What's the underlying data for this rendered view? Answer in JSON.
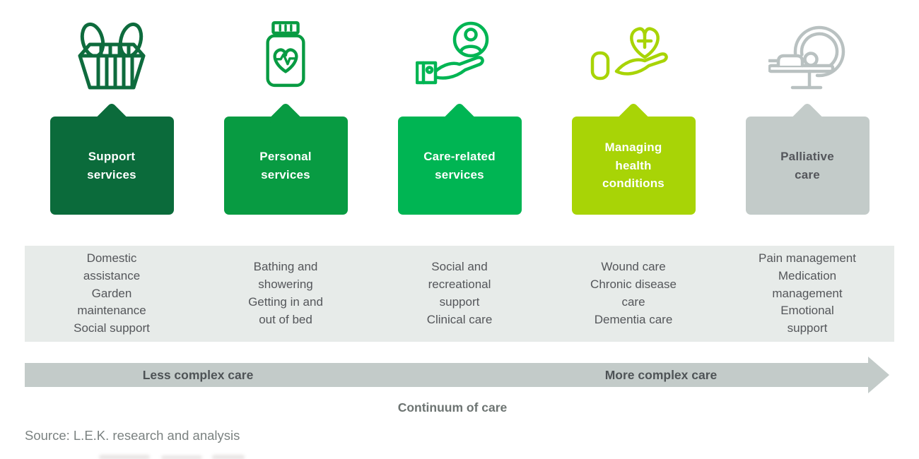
{
  "stages": [
    {
      "title": "Support\nservices",
      "services": [
        "Domestic\nassistance",
        "Garden\nmaintenance",
        "Social support"
      ],
      "icon": "basket-icon",
      "box_color": "#0B6B3B",
      "title_color": "#FFFFFF",
      "icon_color": "#0E6B3D"
    },
    {
      "title": "Personal\nservices",
      "services": [
        "Bathing and\nshowering",
        "Getting in and\nout of bed"
      ],
      "icon": "pill-bottle-heart-icon",
      "box_color": "#089B42",
      "title_color": "#FFFFFF",
      "icon_color": "#089B42"
    },
    {
      "title": "Care-related\nservices",
      "services": [
        "Social and\nrecreational\nsupport",
        "Clinical care"
      ],
      "icon": "hand-holding-person-icon",
      "box_color": "#00B553",
      "title_color": "#FFFFFF",
      "icon_color": "#00B553"
    },
    {
      "title": "Managing\nhealth\nconditions",
      "services": [
        "Wound care",
        "Chronic disease\ncare",
        "Dementia care"
      ],
      "icon": "hand-holding-heart-icon",
      "box_color": "#A8D406",
      "title_color": "#FFFFFF",
      "icon_color": "#A8D406"
    },
    {
      "title": "Palliative\ncare",
      "services": [
        "Pain management",
        "Medication\nmanagement",
        "Emotional\nsupport"
      ],
      "icon": "mri-scanner-icon",
      "box_color": "#C3CBC9",
      "title_color": "#54565B",
      "icon_color": "#B9C1C1"
    }
  ],
  "band": {
    "background": "#E7EBE9",
    "text_color": "#54565A"
  },
  "arrow": {
    "left_label": "Less complex care",
    "right_label": "More complex care",
    "color": "#C3CBC9",
    "label_color": "#4E5356"
  },
  "caption": "Continuum of care",
  "source": "Source: L.E.K. research and analysis"
}
